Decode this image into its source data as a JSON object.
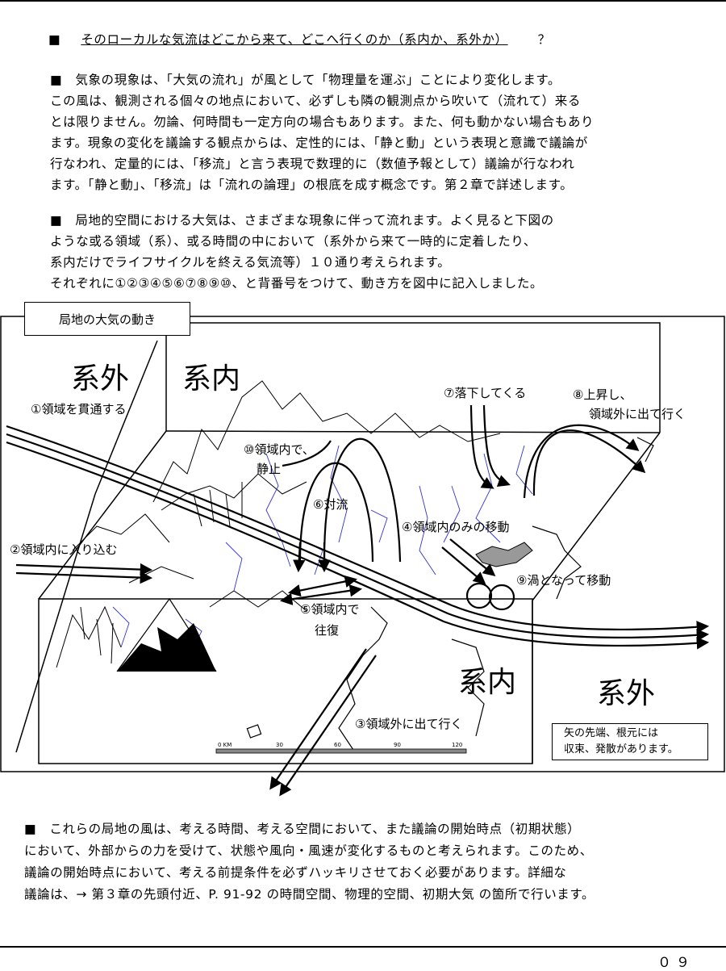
{
  "question_line": {
    "bullet": "■",
    "text": "そのローカルな気流はどこから来て、どこへ行くのか（系内か、系外か）",
    "suffix": "？"
  },
  "para2": {
    "lines": [
      "■　気象の現象は、「大気の流れ」が風として「物理量を運ぶ」ことにより変化します。",
      "この風は、観測される個々の地点において、必ずしも隣の観測点から吹いて（流れて）来る",
      "とは限りません。勿論、何時間も一定方向の場合もあります。また、何も動かない場合もあり",
      "ます。現象の変化を議論する観点からは、定性的には、「静と動」という表現と意識で議論が",
      "行なわれ、定量的には、「移流」と言う表現で数理的に（数値予報として）議論が行なわれ",
      "ます。「静と動」、「移流」は「流れの論理」の根底を成す概念です。第２章で詳述します。"
    ]
  },
  "para3": {
    "lines": [
      "■　局地的空間における大気は、さまざまな現象に伴って流れます。よく見ると下図の",
      "ような或る領域（系）、或る時間の中において（系外から来て一時的に定着したり、",
      "系内だけでライフサイクルを終える気流等）１０通り考えられます。",
      "それぞれに①②③④⑤⑥⑦⑧⑨⑩、と背番号をつけて、動き方を図中に記入しました。"
    ]
  },
  "figure": {
    "title": "局地の大気の動き",
    "outside_left": "系外",
    "inside_top": "系内",
    "inside_bottom": "系内",
    "outside_right": "系外",
    "labels": {
      "l1": "①領域を貫通する",
      "l2": "②領域内に入り込む",
      "l3": "③領域外に出て行く",
      "l4": "④領域内のみの移動",
      "l5a": "⑤領域内で",
      "l5b": "往復",
      "l6": "⑥対流",
      "l7": "⑦落下してくる",
      "l8a": "⑧上昇し、",
      "l8b": "領域外に出て行く",
      "l9": "⑨渦となって移動",
      "l10a": "⑩領域内で、",
      "l10b": "静止"
    },
    "note_lines": [
      "矢の先端、根元には",
      "収束、発散があります。"
    ],
    "scale_labels": [
      "0 KM",
      "30",
      "60",
      "90",
      "120"
    ]
  },
  "para4": {
    "lines": [
      "■　これらの局地の風は、考える時間、考える空間において、また議論の開始時点（初期状態）",
      "において、外部からの力を受けて、状態や風向・風速が変化するものと考えられます。このため、",
      "議論の開始時点において、考える前提条件を必ずハッキリさせておく必要があります。詳細な",
      "議論は、→ 第３章の先頭付近、P. 91-92 の時間空間、物理的空間、初期大気 の箇所で行います。"
    ]
  },
  "page_number": "０９"
}
